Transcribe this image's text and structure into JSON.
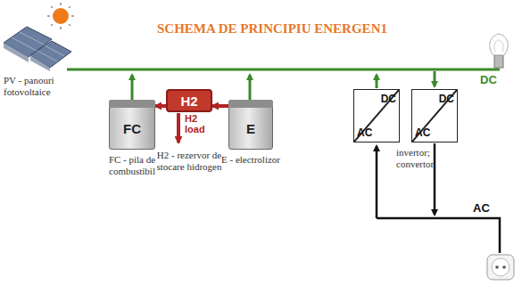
{
  "diagram": {
    "title": "SCHEMA DE PRINCIPIU ENERGEN1",
    "nodes": [
      {
        "text": [
          "FC",
          "FC - pila de combustibil"
        ]
      },
      {
        "text": [
          "H2",
          "H2 - rezervor de stocare hidrogen"
        ]
      },
      {
        "text": [
          "E",
          "E - electrolizor"
        ]
      },
      {
        "text": [
          "DC",
          "AC"
        ]
      },
      {
        "text": [
          "DC",
          "AC"
        ]
      }
    ],
    "edges": [
      {
        "from": 2,
        "to": 1,
        "arrow": "to"
      },
      {
        "from": 1,
        "to": 0,
        "arrow": "to"
      }
    ],
    "labels": [
      "PV - panouri fotovoltaice",
      "H2 load",
      "invertor; convertor",
      "DC",
      "AC"
    ]
  }
}
